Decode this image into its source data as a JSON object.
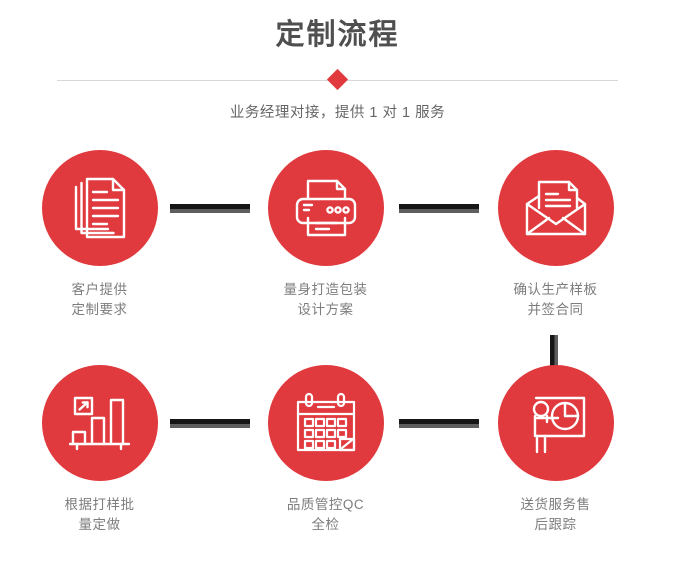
{
  "header": {
    "title": "定制流程",
    "subtitle": "业务经理对接，提供 1 对 1 服务",
    "divider_icon": "diamond-icon",
    "accent_color": "#e03a3e",
    "title_color": "#4f4f4f",
    "divider_color": "#d8d8d8"
  },
  "flow": {
    "connector_color": "#161616",
    "connector_shadow_color": "#5e5e5e",
    "rows": [
      {
        "steps": [
          {
            "icon": "documents-stack-icon",
            "label": "客户提供\n定制要求"
          },
          {
            "icon": "printer-icon",
            "label": "量身打造包装\n设计方案"
          },
          {
            "icon": "envelope-letter-icon",
            "label": "确认生产样板\n并签合同"
          }
        ]
      },
      {
        "steps": [
          {
            "icon": "bar-chart-growth-icon",
            "label": "根据打样批\n量定做"
          },
          {
            "icon": "calendar-icon",
            "label": "品质管控QC\n全检"
          },
          {
            "icon": "presentation-person-icon",
            "label": "送货服务售\n后跟踪"
          }
        ]
      }
    ]
  }
}
